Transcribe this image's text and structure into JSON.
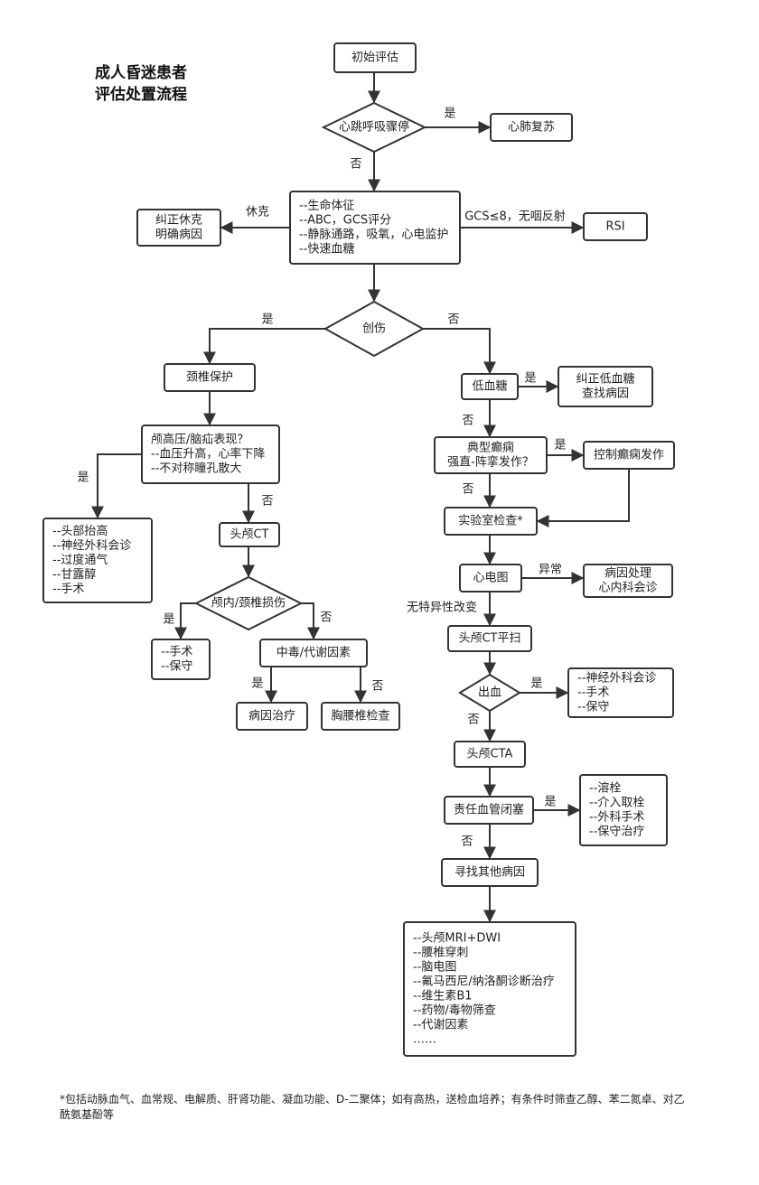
{
  "title": [
    "成人昏迷患者",
    "评估处置流程"
  ],
  "nodes": {
    "initial": "初始评估",
    "arrest": "心跳呼吸骤停",
    "cpr": "心肺复苏",
    "vitals": [
      "--生命体征",
      "--ABC，GCS评分",
      "--静脉通路，吸氧，心电监护",
      "--快速血糖"
    ],
    "shock_fix": [
      "纠正休克",
      "明确病因"
    ],
    "rsi": "RSI",
    "trauma": "创伤",
    "cspine": "颈椎保护",
    "icp": [
      "颅高压/脑疝表现？",
      "--血压升高，心率下降",
      "--不对称瞳孔散大"
    ],
    "icp_mgmt": [
      "--头部抬高",
      "--神经外科会诊",
      "--过度通气",
      "--甘露醇",
      "--手术"
    ],
    "head_ct": "头颅CT",
    "injury": "颅内/颈椎损伤",
    "surg1": [
      "--手术",
      "--保守"
    ],
    "toxic": "中毒/代谢因素",
    "cause_tx": "病因治疗",
    "spine_exam": "胸腰椎检查",
    "hypoglycemia": "低血糖",
    "fix_glucose": [
      "纠正低血糖",
      "查找病因"
    ],
    "epilepsy": [
      "典型癫痫",
      "强直-阵挛发作？"
    ],
    "ctrl_seizure": "控制癫痫发作",
    "lab": "实验室检查*",
    "ecg": "心电图",
    "cardio": [
      "病因处理",
      "心内科会诊"
    ],
    "ct_plain": "头颅CT平扫",
    "bleed": "出血",
    "bleed_mgmt": [
      "--神经外科会诊",
      "--手术",
      "--保守"
    ],
    "cta": "头颅CTA",
    "occlusion": "责任血管闭塞",
    "occl_mgmt": [
      "--溶栓",
      "--介入取栓",
      "--外科手术",
      "--保守治疗"
    ],
    "other": "寻找其他病因",
    "other_list": [
      "--头颅MRI+DWI",
      "--腰椎穿刺",
      "--脑电图",
      "--氟马西尼/纳洛酮诊断治疗",
      "--维生素B1",
      "--药物/毒物筛查",
      "--代谢因素",
      "……"
    ]
  },
  "edges": {
    "yes": "是",
    "no": "否",
    "shock": "休克",
    "gcs": "GCS≤8，无咽反射",
    "abnormal": "异常",
    "nonspecific": "无特异性改变"
  },
  "footnote": [
    "*包括动脉血气、血常规、电解质、肝肾功能、凝血功能、D-二聚体；如有高热，送检血培养；有条件时筛查乙醇、苯二氮卓、对乙",
    "酰氨基酚等"
  ]
}
